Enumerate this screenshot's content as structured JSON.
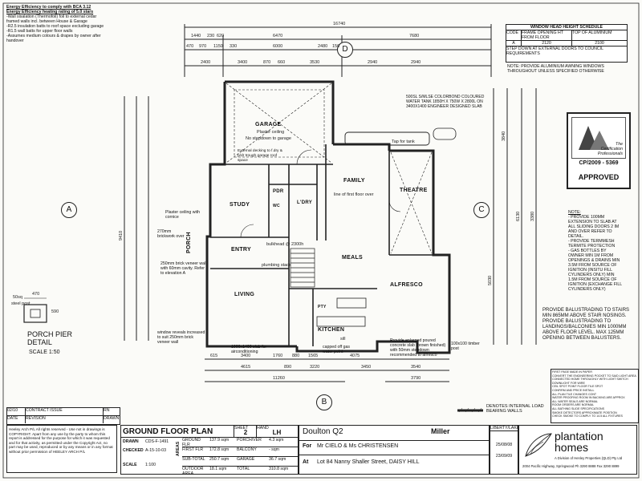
{
  "energy_notes": [
    "Energy Efficiency to comply with BCA 3.12",
    "Energy Efficiency heating rating of 5.0 stars",
    "-Wall sisalation (Thermofoil) foil to external cedar",
    "framed walls incl. between House & Garage",
    "-R2.5 insulation batts to roof space excluding garage",
    "-R1.5 wall batts for upper floor walls",
    "-Assumes medium colours & drapes by owner after",
    "handover"
  ],
  "window_schedule": {
    "title": "WINDOW HEAD HEIGHT SCHEDULE",
    "headers": [
      "CODE",
      "FRAME OPENING HT FROM FLOOR",
      "TOP OF ALUMINIUM"
    ],
    "rows": [
      [
        "A",
        "2120",
        "2100"
      ]
    ],
    "footnote": "STEP DOWN AT EXTERNAL DOORS TO COUNCIL REQUIREMENTS",
    "note": "NOTE: PROVIDE ALUMINIUM AWNING WINDOWS THROUGHOUT UNLESS SPECIFIED OTHERWISE"
  },
  "certification": {
    "brand": "The Certification Professionals",
    "number": "CP/2009 - 5369",
    "status": "APPROVED"
  },
  "side_notes": [
    "NOTE:",
    "- PROVIDE 100MM",
    "EXTENSION TO SLAB AT",
    "ALL SLIDING DOORS 2 IM",
    "AND OVER REFER TO",
    "DETAIL.",
    "- PROVIDE TERMMESH",
    "TERMITE PROTECTION",
    "- GAS BOTTLES BY",
    "OWNER MIN 1M FROM",
    "OPENINGS & DRAINS MIN",
    "3.5M FROM SOURCE OF",
    "IGNITION (INSITU FILL",
    "CYLINDERS ONLY) MIN",
    "1.5M FROM SOURCE OF",
    "IGNITION (EXCHANGE FILL",
    "CYLINDERS ONLY)"
  ],
  "balustrade_note": "PROVIDE BALUSTRADING TO STAIRS MIN 865MM ABOVE STAIR NOSINGS. PROVIDE BALUSTRADING TO LANDINGS/BALCONIES MIN 1000MM ABOVE FLOOR LEVEL. MAX 125MM OPENING BETWEEN BALUSTERS.",
  "rooms": {
    "garage": "GARAGE",
    "garage_note1": "Plaster ceiling",
    "garage_note2": "No stepdown to garage",
    "study": "STUDY",
    "entry": "ENTRY",
    "porch": "PORCH",
    "living": "LIVING",
    "family": "FAMILY",
    "theatre": "THEATRE",
    "meals": "MEALS",
    "alfresco": "ALFRESCO",
    "kitchen": "KITCHEN",
    "ldry": "L'DRY",
    "pdr": "PDR",
    "pty": "PTY",
    "wc": "WC"
  },
  "plan_notes": {
    "slab": "500SL S/MLSE COLORBOND COLOURED WATER TANK 1850H X 750W X 2800L ON 3400X1400 ENGINEER DESIGNED SLAB",
    "tap": "Tap for tank",
    "external_decking": "External decking to f.dry & p/dr trough garage roof space",
    "first_floor": "line of first floor over",
    "bulkhead": "bulkhead @ 2300h",
    "plumbing": "plumbing stack",
    "plaster_ceiling": "Plaster ceiling with cornice",
    "brickwork": "270mm brickwork over",
    "brick_veneer": "250mm brick veneer wall with 60mm cavity. Refer to elevation A",
    "window_reveals": "window reveals increased to suit 250mm brick veneer wall",
    "aircon": "1000x1400 slab for airconditioning",
    "capped_gas": "capped off gas water point",
    "elevated_paver": "Provide enlarged poured concrete slab (brown finished) with 50mm stepdown recommended to alfresco",
    "timber_post": "100x100 timber post",
    "sill": "sill"
  },
  "dimensions": {
    "overall": "16740",
    "top_row": [
      "1440",
      "230",
      "620",
      "6470",
      "7680"
    ],
    "second_row": [
      "470",
      "970",
      "1150",
      "330",
      "6000",
      "2480",
      "150"
    ],
    "third_row": [
      "2400",
      "3400",
      "870",
      "660",
      "3530",
      "2940",
      "2940"
    ],
    "bottom_row1": [
      "615",
      "3400",
      "1760",
      "880",
      "1565",
      "4075"
    ],
    "bottom_row2": [
      "4615",
      "890",
      "3220",
      "3450",
      "3540"
    ],
    "bottom_overall": "11260",
    "bottom_right": "3790",
    "left_total": "9410",
    "right_total": "5030",
    "right_lengths": [
      "3840",
      "6130",
      "3380"
    ]
  },
  "grid_labels": [
    "A",
    "B",
    "C",
    "D"
  ],
  "porch_detail": {
    "title": "PORCH PIER DETAIL",
    "scale": "SCALE 1:50",
    "dims": [
      "470",
      "50sq",
      "steel post",
      "590"
    ]
  },
  "legend": "DENOTES INTERNAL LOAD BEARING WALLS",
  "revision": {
    "headers": [
      "DATE",
      "REVISION",
      "DRAWN"
    ],
    "row": [
      "02/10",
      "CONTRACT ISSUE",
      "RN"
    ]
  },
  "copyright": "Heeley Arch P/L    All rights reserved - Use not in drawings is COPYRIGHT. Apart from any use by the party to whom this report is addressed for the purpose for which it was requested and for that activity, as permitted under the Copyright Act, no part may be used, reproduced or by any means or in any format without prior permission of HEELEY ARCH P/L",
  "title_block": {
    "title": "GROUND FLOOR PLAN",
    "sheet_label": "SHEET",
    "sheet": "2",
    "hand_label": "HAND",
    "hand": "LH",
    "drawn_label": "DRAWN",
    "drawn": "CDS-F-1491",
    "checked_label": "CHECKED",
    "checked": "A-15-10-03",
    "scale_label": "SCALE",
    "scale": "1:100",
    "areas_label": "AREAS",
    "areas": [
      [
        "GROUND FLR",
        "137.9 sqm",
        "PORCH/VER",
        "4.3 sqm"
      ],
      [
        "FIRST FLR",
        "172.8 sqm",
        "BALCONY",
        "- sqm"
      ],
      [
        "SUB-TOTAL",
        "250.7 sqm",
        "GARAGE",
        "36.7 sqm"
      ],
      [
        "OUTDOOR AREA",
        "18.1 sqm",
        "TOTAL",
        "310.8 sqm"
      ]
    ],
    "design": "Doulton Q2",
    "client_label": "For",
    "client": "Mr CIELO & Ms CHRISTENSEN",
    "address_label": "At",
    "address": "Lot 84 Nanny Shaller Street, DAISY HILL",
    "builder_ref": "Miller",
    "job_label": "LIBERTY/LAKE",
    "date_code": "25/08/08",
    "date_code2": "23/09/09",
    "company": "plantation homes",
    "company_line": "A Division of Henley Properties (QLD) Pty Ltd",
    "company_addr": "2004 Pacific Highway, Springwood Ph 3290 8888 Fax 3290 8899"
  },
  "stamp_lines": [
    "FIRST PAGE MADE IN PAPER",
    "CONVERT THE ENGINEERING POCKET TO SAID LIGHT AREA",
    "CONNECTED HOME THROUGHLY WITH LIGHT SWITCH",
    "DOWNLIGHT FOR WIRE",
    "CEIL SPOT POINT FLOOR TILE SPOT",
    "CONFIRM AND PRICE INSTALL",
    "ALL PLAN TILE CHANGES CONT",
    "WATER PROOFING ROOM IN BACKING ARE APPROX",
    "ALL WATER SEALS ARE NORMAL",
    "ROOM ORDERS ARE NORMAL",
    "ALL BATHING SLIDE SPECIFICATIONS",
    "SMOKE DETECTORS APPROXIMATE POSITION",
    "CHECK SMOKE TO COMPLY TO 14.5 ALL FIXTURES"
  ]
}
